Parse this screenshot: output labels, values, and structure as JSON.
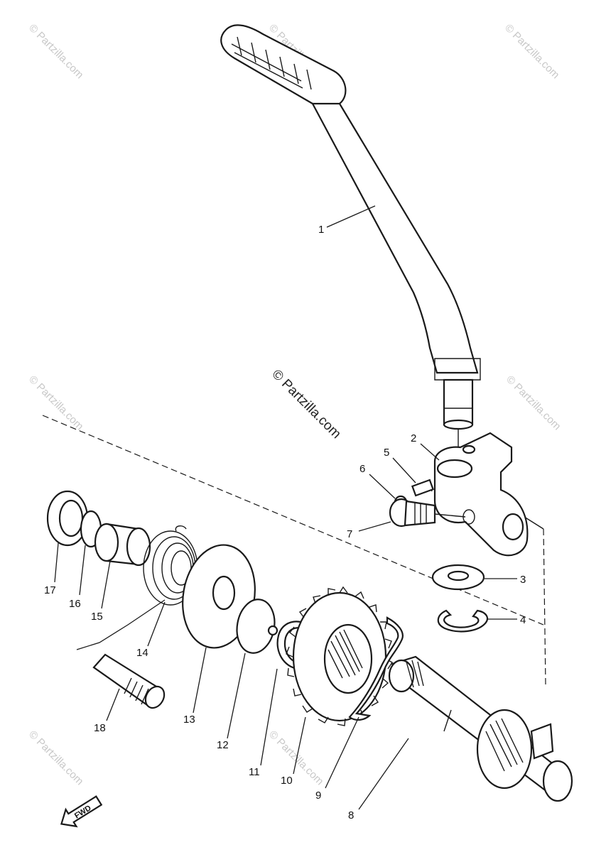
{
  "watermark": {
    "text": "© Partzilla.com"
  },
  "callouts": [
    {
      "id": "1",
      "label": "1"
    },
    {
      "id": "2",
      "label": "2"
    },
    {
      "id": "3",
      "label": "3"
    },
    {
      "id": "4",
      "label": "4"
    },
    {
      "id": "5",
      "label": "5"
    },
    {
      "id": "6",
      "label": "6"
    },
    {
      "id": "7",
      "label": "7"
    },
    {
      "id": "8",
      "label": "8"
    },
    {
      "id": "9",
      "label": "9"
    },
    {
      "id": "10",
      "label": "10"
    },
    {
      "id": "11",
      "label": "11"
    },
    {
      "id": "12",
      "label": "12"
    },
    {
      "id": "13",
      "label": "13"
    },
    {
      "id": "14",
      "label": "14"
    },
    {
      "id": "15",
      "label": "15"
    },
    {
      "id": "16",
      "label": "16"
    },
    {
      "id": "17",
      "label": "17"
    },
    {
      "id": "18",
      "label": "18"
    }
  ],
  "fwd_label": "FWD"
}
